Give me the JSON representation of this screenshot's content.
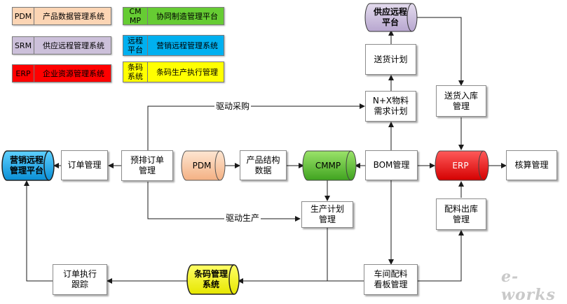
{
  "legend": [
    {
      "key": "PDM",
      "value": "产品数据管理系统",
      "color": "#fcd5b4"
    },
    {
      "key": "SRM",
      "value": "供应远程管理系统",
      "color": "#ccc0da"
    },
    {
      "key": "ERP",
      "value": "企业资源管理系统",
      "color": "#ff0000"
    },
    {
      "key": "CM MP",
      "value": "协同制造管理平台",
      "color": "#66cc33"
    },
    {
      "key": "远程 平台",
      "value": "营销远程管理系统",
      "color": "#00b0f0"
    },
    {
      "key": "条码 系统",
      "value": "条码生产执行管理",
      "color": "#ffff00"
    }
  ],
  "nodes": {
    "supply_platform": "供应远程 平台",
    "sales_platform": "营销远程 管理平台",
    "order_mgmt": "订单管理",
    "pre_order": "预排订单 管理",
    "pdm": "PDM",
    "product_structure": "产品结构 数据",
    "cmmp": "CMMP",
    "bom": "BOM管理",
    "erp": "ERP",
    "accounting": "核算管理",
    "delivery_plan": "送货计划",
    "nx_material": "N+X物料 需求计划",
    "receiving": "送货入库 管理",
    "production_plan": "生产计划 管理",
    "material_issue": "配料出库 管理",
    "order_tracking": "订单执行 跟踪",
    "barcode": "条码管理 系统",
    "workshop_kanban": "车间配料 看板管理"
  },
  "labels": {
    "drive_purchase": "驱动采购",
    "drive_production": "驱动生产"
  },
  "watermark": "e-works",
  "colors": {
    "pdm": "#fcd5b4",
    "srm": "#ccc0da",
    "erp": "#ff0000",
    "cmmp": "#66cc33",
    "remote": "#00b0f0",
    "barcode": "#ffff00"
  }
}
